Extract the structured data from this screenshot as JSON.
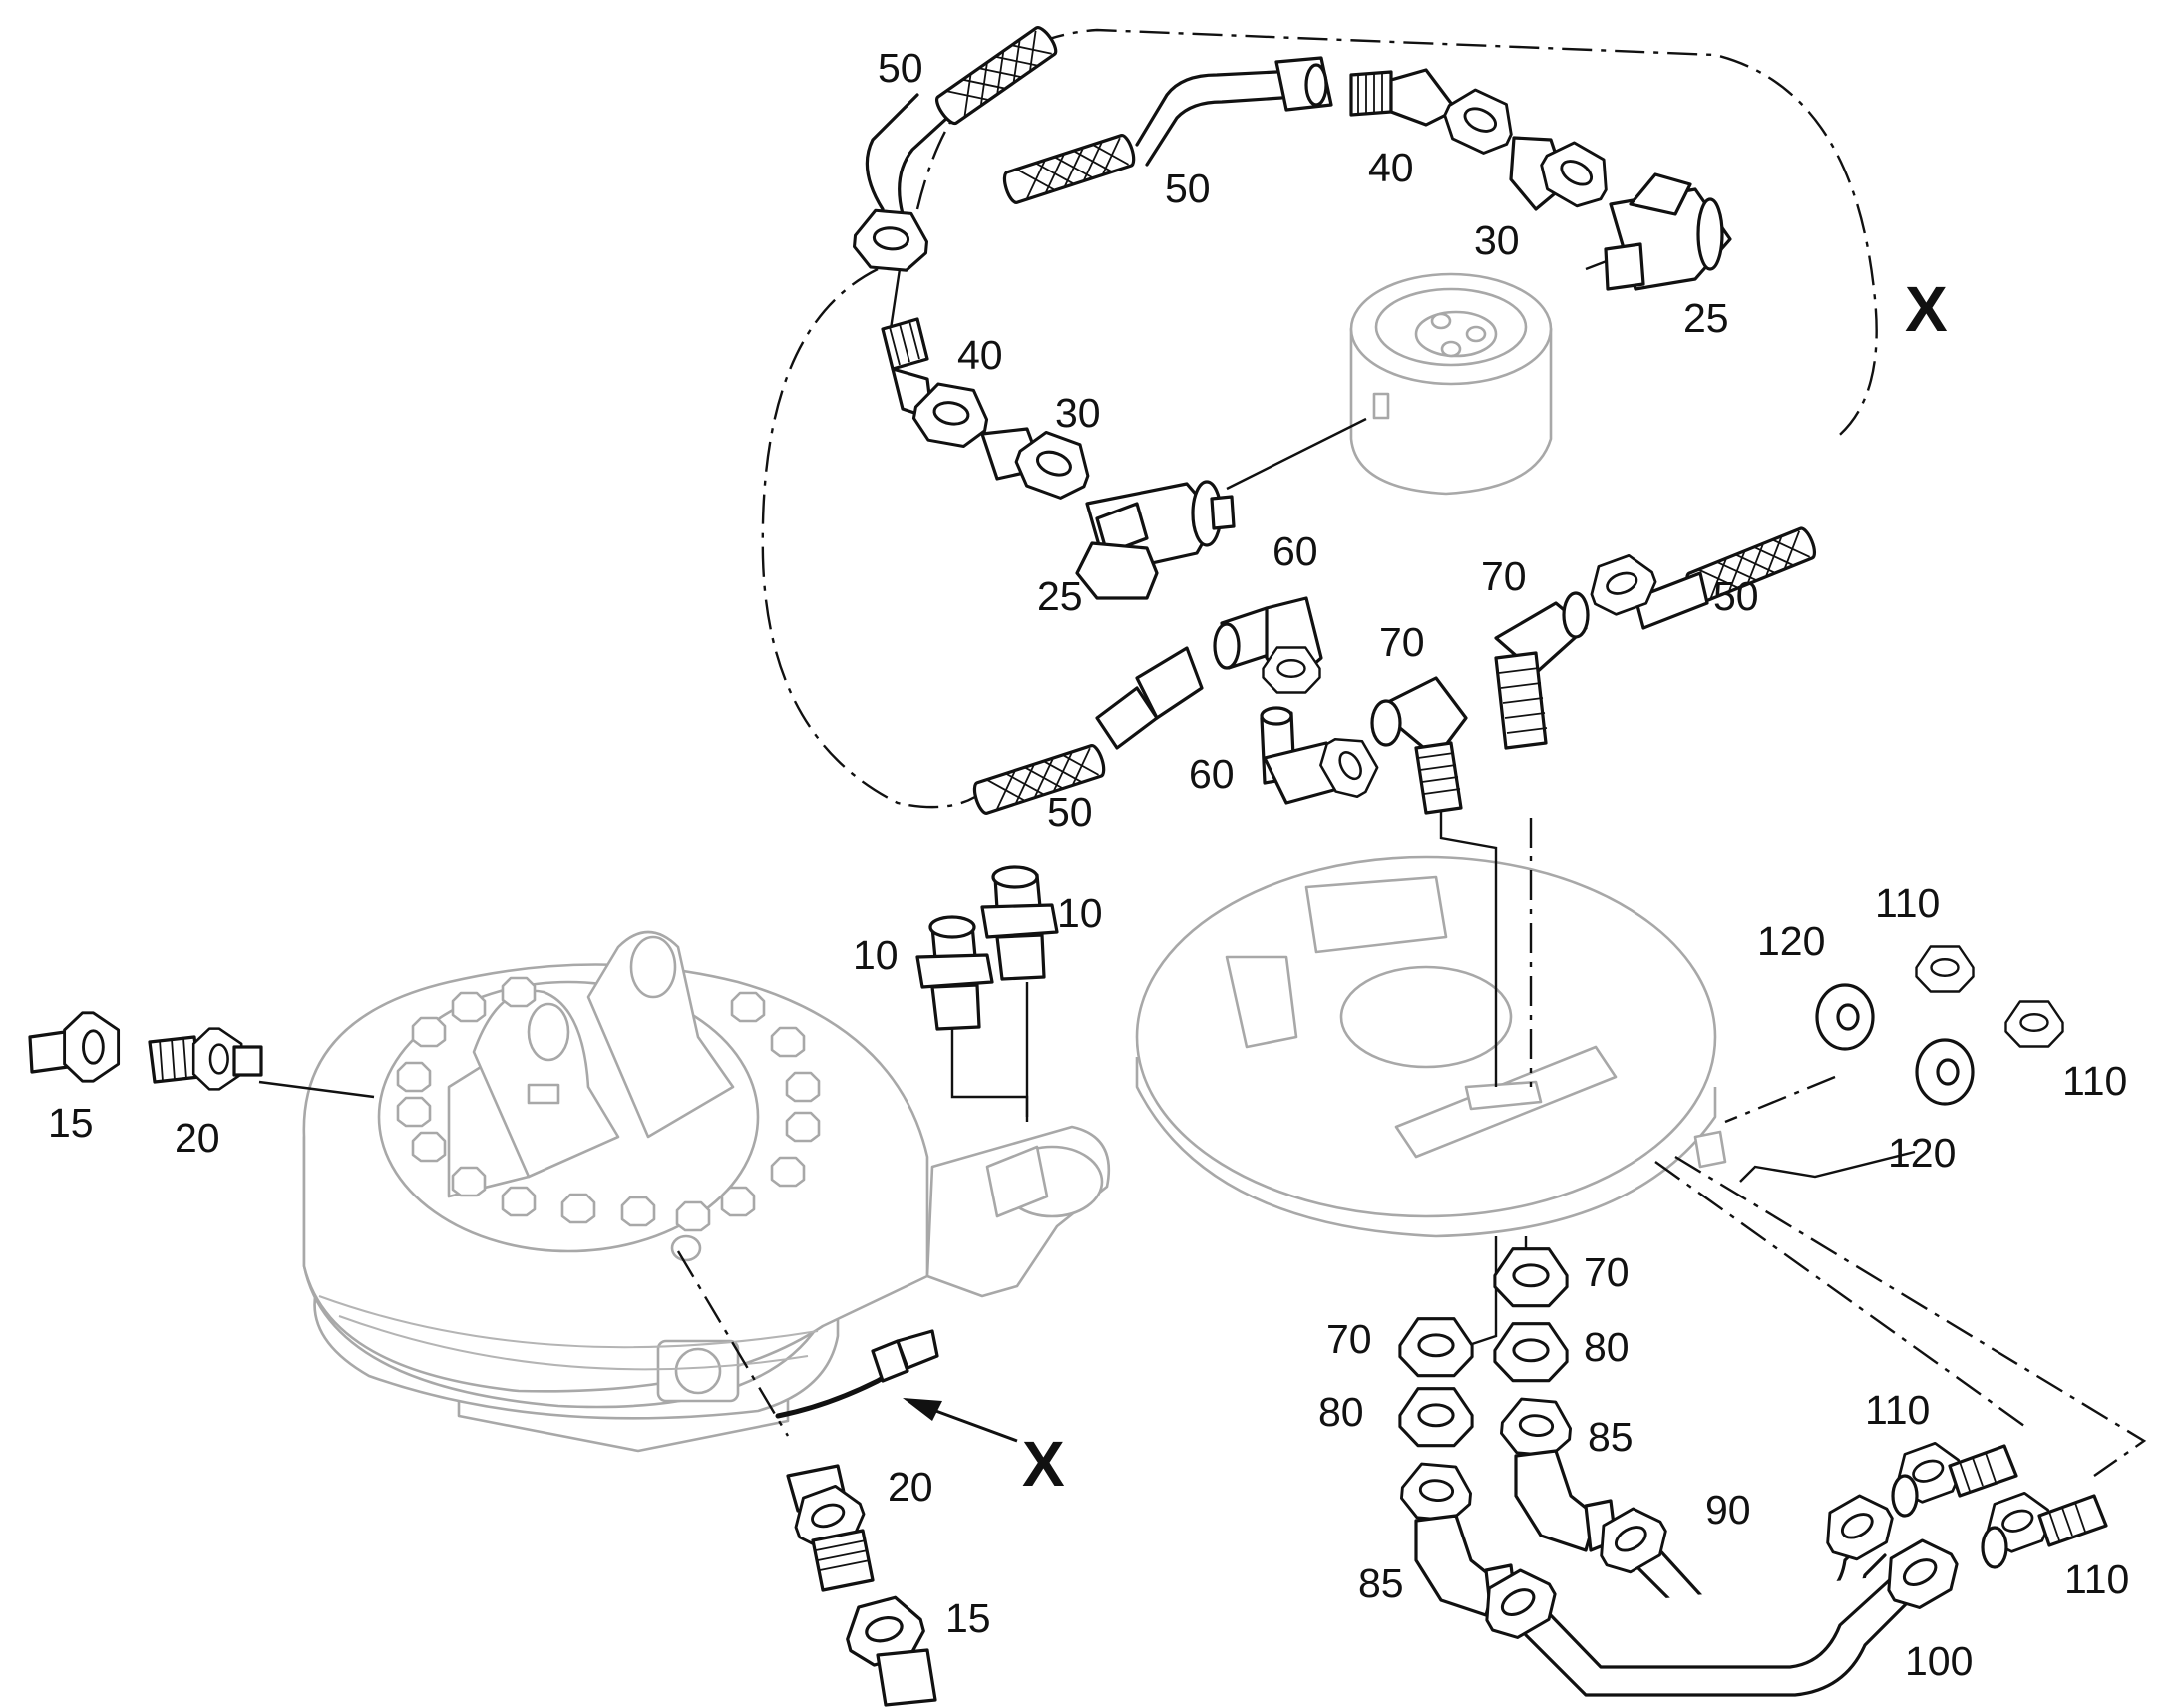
{
  "labels": {
    "l50a": "50",
    "l50b": "50",
    "l50c": "50",
    "l50d": "50",
    "l40a": "40",
    "l40b": "40",
    "l30a": "30",
    "l30b": "30",
    "l25a": "25",
    "l25b": "25",
    "lXtop": "X",
    "lXbottom": "X",
    "l60a": "60",
    "l60b": "60",
    "l70a": "70",
    "l70b": "70",
    "l70c": "70",
    "l70d": "70",
    "l10a": "10",
    "l10b": "10",
    "l15a": "15",
    "l15b": "15",
    "l20a": "20",
    "l20b": "20",
    "l120a": "120",
    "l120b": "120",
    "l110a": "110",
    "l110b": "110",
    "l110c": "110",
    "l110d": "110",
    "l80a": "80",
    "l80b": "80",
    "l85a": "85",
    "l85b": "85",
    "l90": "90",
    "l100": "100"
  }
}
